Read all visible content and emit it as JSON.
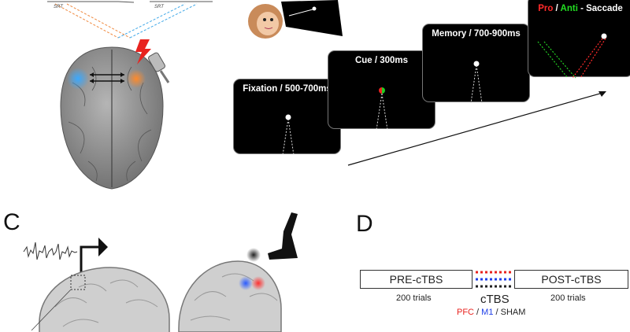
{
  "panels": {
    "c_letter": "C",
    "d_letter": "D"
  },
  "timing": {
    "srt_left": "SRT",
    "srt_right": "SRT"
  },
  "task": {
    "screens": [
      {
        "title": "Fixation / 500-700ms"
      },
      {
        "title": "Cue / 300ms"
      },
      {
        "title": "Memory / 700-900ms"
      }
    ],
    "saccade_title": {
      "pro": "Pro",
      "sep1": " / ",
      "anti": "Anti",
      "sep2": " - Saccade"
    }
  },
  "protocol": {
    "pre_box": "PRE-cTBS",
    "post_box": "POST-cTBS",
    "pre_trials": "200 trials",
    "post_trials": "200 trials",
    "ctbs_label": "cTBS",
    "conditions": {
      "pfc": "PFC",
      "sep1": " / ",
      "m1": "M1",
      "sep2": " / ",
      "sham": "SHAM"
    }
  },
  "colors": {
    "pfc": "#e8231f",
    "m1": "#1f3fe8",
    "sham": "#222222",
    "pro": "#ff2a2a",
    "anti": "#22dd22"
  }
}
